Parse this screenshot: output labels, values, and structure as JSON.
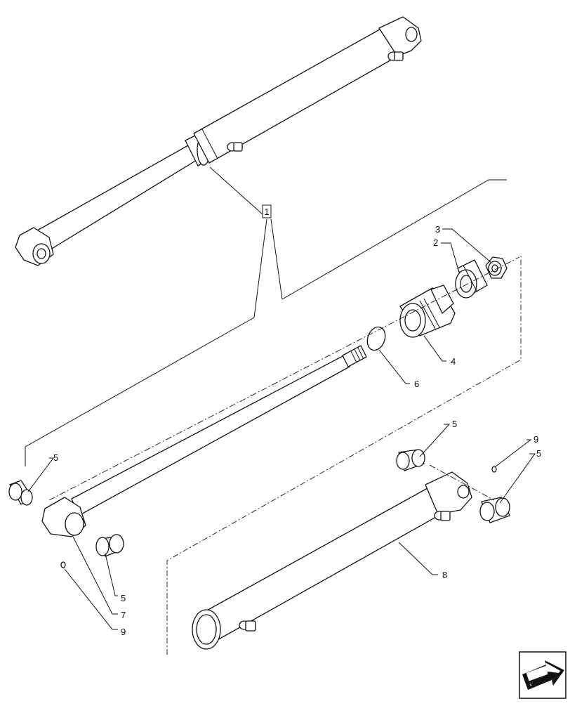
{
  "callouts": {
    "assembly": "1",
    "packing_gland": "2",
    "nut": "3",
    "piston": "4",
    "bushing": "5",
    "o_ring": "6",
    "rod": "7",
    "barrel": "8",
    "grease_fitting": "9"
  },
  "nav_icon": "next-page-arrow-icon"
}
